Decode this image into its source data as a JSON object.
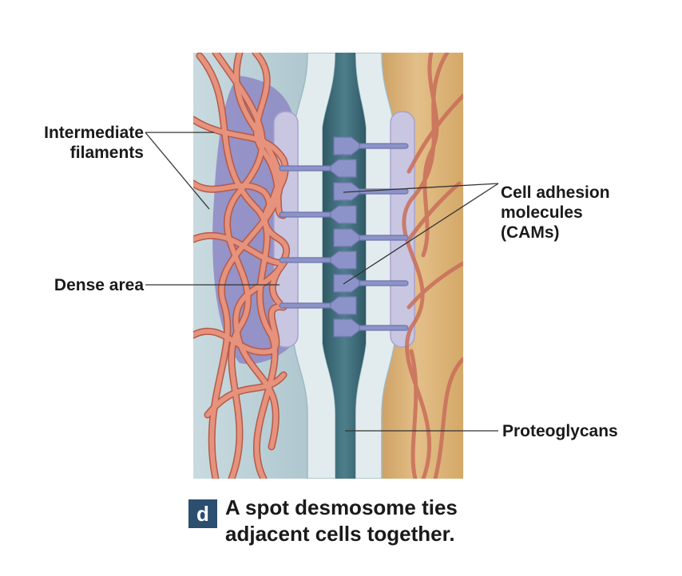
{
  "labels": {
    "intermediate_filaments": "Intermediate\nfilaments",
    "dense_area": "Dense area",
    "cams": "Cell adhesion\nmolecules\n(CAMs)",
    "proteoglycans": "Proteoglycans"
  },
  "caption": {
    "panel_letter": "d",
    "text": "A spot desmosome ties\nadjacent cells together."
  },
  "colors": {
    "left_cell": "#b9cfd6",
    "right_cell": "#d9b27a",
    "membrane": "#e2ecef",
    "intercellular_space": "#3e6b78",
    "dense_plaque": "#c9c6e2",
    "dense_area_dark": "#8d87c4",
    "cam": "#8c93c8",
    "filament": "#e08872",
    "badge": "#2c4e6f"
  }
}
